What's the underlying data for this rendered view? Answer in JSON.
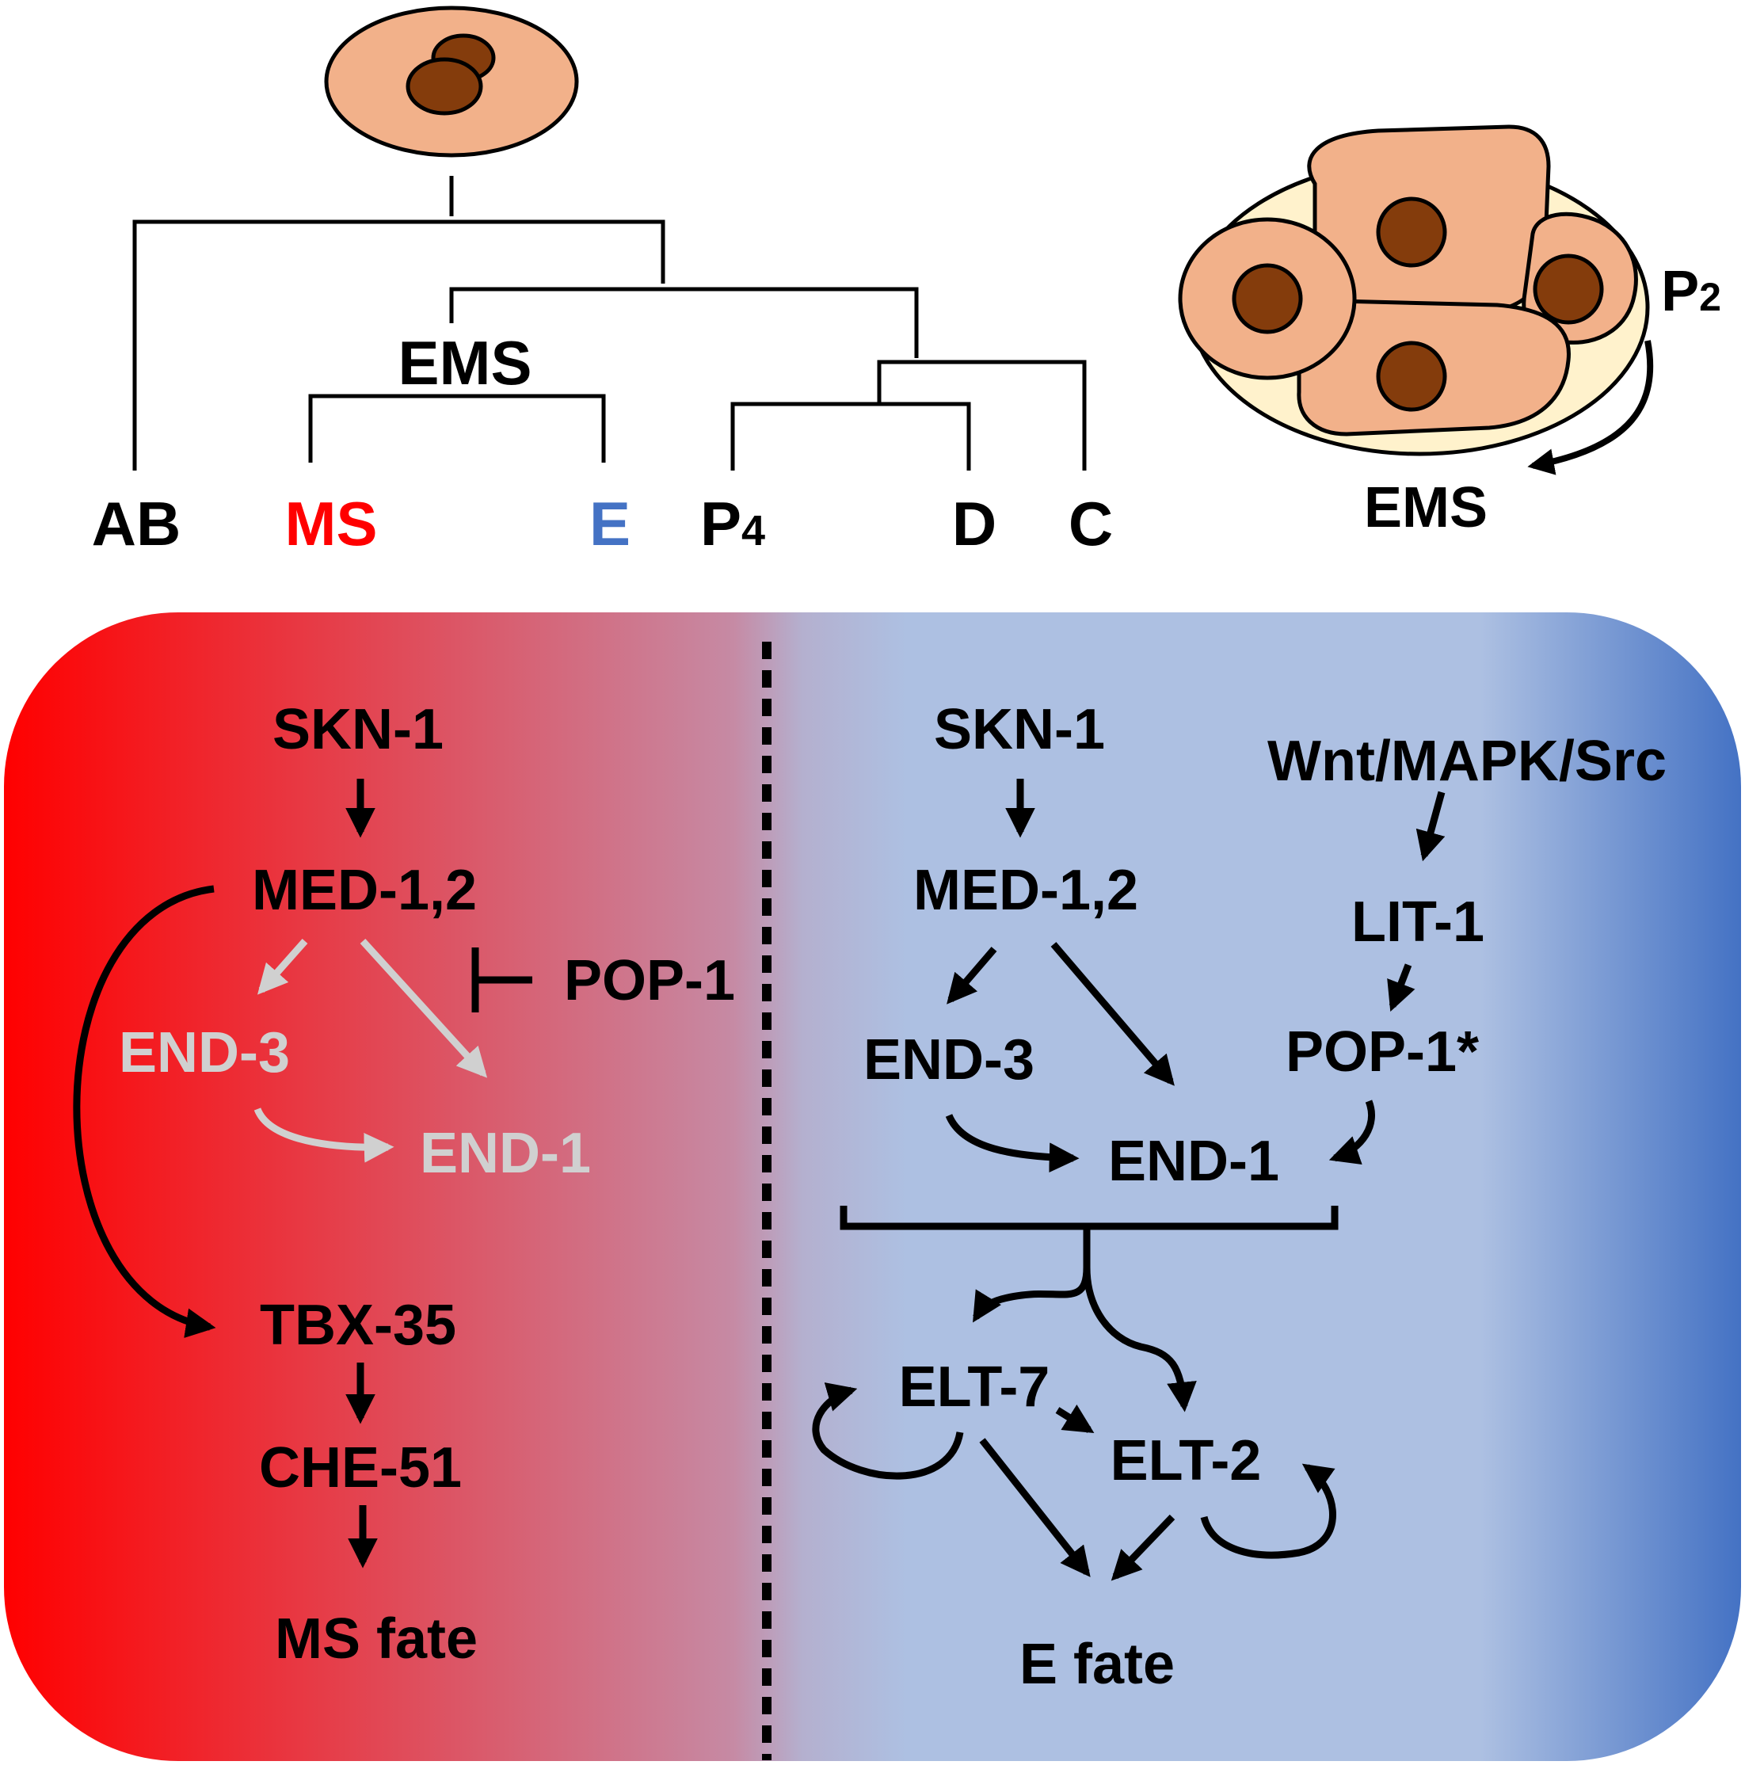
{
  "colors": {
    "ms_red": "#ff0000",
    "e_blue": "#4472c4",
    "panel_mid": "#b4b4d2",
    "panel_light_blue": "#adc0e2",
    "cell_fill": "#f2b18a",
    "nucleus_fill": "#843c0c",
    "eggshell_fill": "#fff2cc",
    "inactive_gray": "#d0d0d0",
    "ink": "#000000"
  },
  "lineage": {
    "founder_label": "EMS",
    "leaves": {
      "ab": "AB",
      "ms": "MS",
      "e": "E",
      "p4_main": "P",
      "p4_sub": "4",
      "d": "D",
      "c": "C"
    }
  },
  "embryo4": {
    "p2_main": "P",
    "p2_sub": "2",
    "ems": "EMS"
  },
  "ms_pathway": {
    "skn1": "SKN-1",
    "med": "MED-1,2",
    "pop1": "POP-1",
    "end3": "END-3",
    "end1": "END-1",
    "tbx35": "TBX-35",
    "che51": "CHE-51",
    "fate": "MS fate"
  },
  "e_pathway": {
    "skn1": "SKN-1",
    "wnt": "Wnt/MAPK/Src",
    "med": "MED-1,2",
    "lit1": "LIT-1",
    "end3": "END-3",
    "pop1": "POP-1*",
    "end1": "END-1",
    "elt7": "ELT-7",
    "elt2": "ELT-2",
    "fate": "E fate"
  },
  "icons": [
    "zygote-icon",
    "four-cell-embryo-icon",
    "arrowhead-icon",
    "inhibition-bar-icon"
  ]
}
